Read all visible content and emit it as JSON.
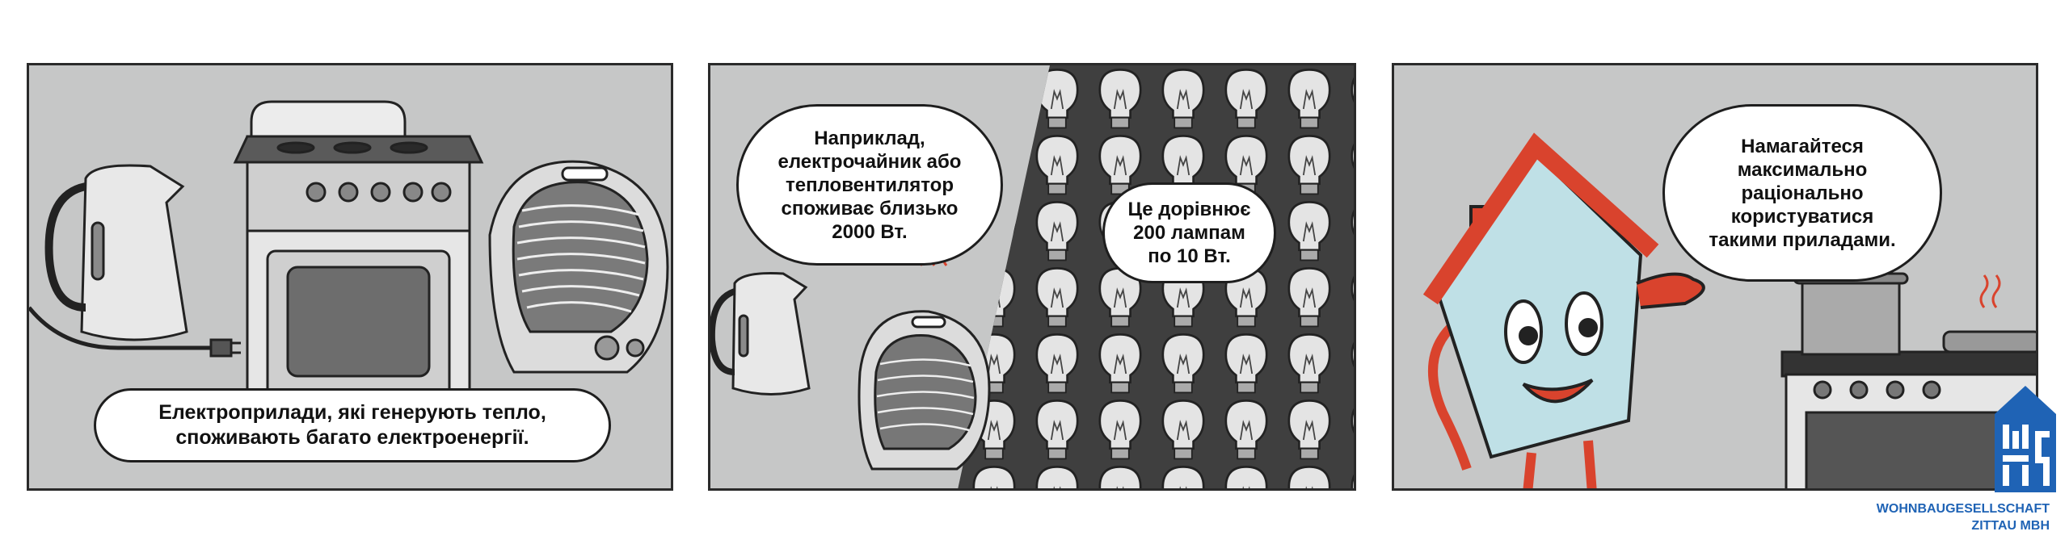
{
  "panel1": {
    "caption": "Електроприлади, які генерують тепло,\nспоживають багато електроенергії."
  },
  "panel2": {
    "bubble_left": "Наприклад,\nелектрочайник або\nтепловентилятор\nспоживає близько\n2000 Вт.",
    "bubble_right": "Це дорівнює\n200 лампам\nпо 10 Вт."
  },
  "panel3": {
    "bubble": "Намагайтеся\nмаксимально\nраціонально\nкористуватися\nтакими приладами."
  },
  "brand": {
    "line1": "WOHNBAUGESELLSCHAFT",
    "line2": "ZITTAU MBH"
  },
  "colors": {
    "panel_bg": "#c6c7c7",
    "brand_blue": "#1f63b5",
    "roof_red": "#d9432d",
    "house_blue": "#bfe0e6"
  }
}
